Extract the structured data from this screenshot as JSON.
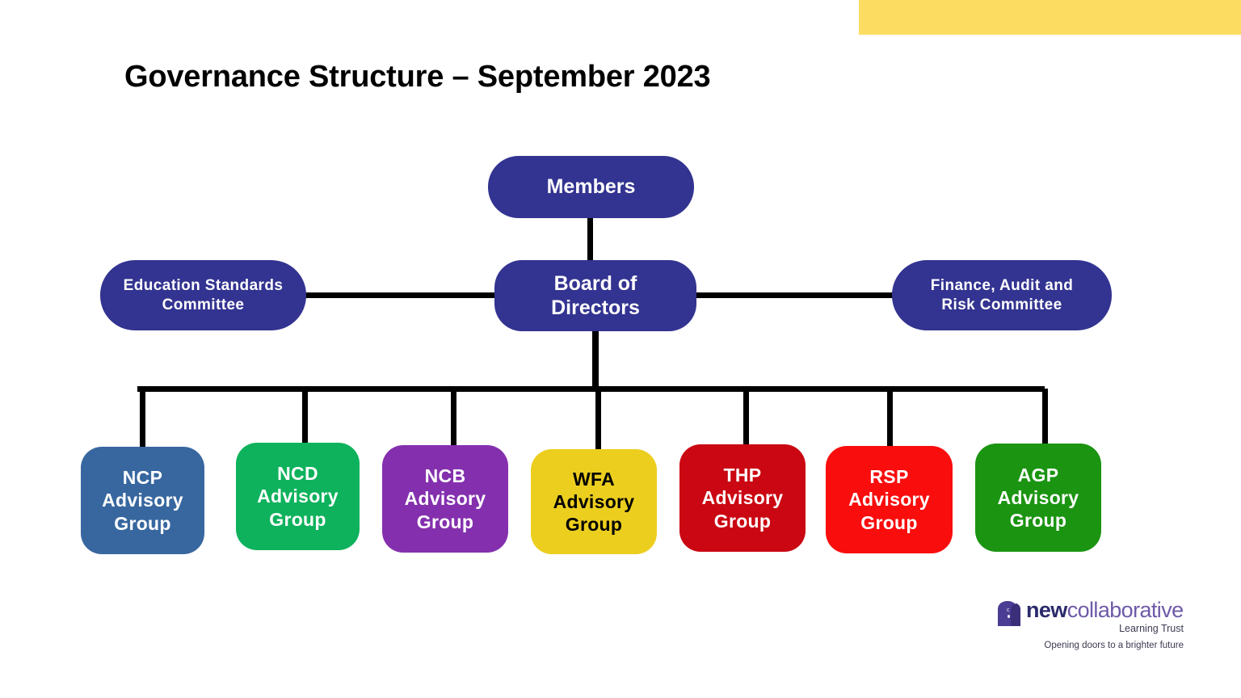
{
  "accent_banner": {
    "color": "#fcdd62"
  },
  "title": "Governance Structure – September 2023",
  "nodes": {
    "members": {
      "label": "Members",
      "color": "#333391",
      "text_color": "#ffffff"
    },
    "board": {
      "line1": "Board of",
      "line2": "Directors",
      "color": "#333391",
      "text_color": "#ffffff"
    },
    "education": {
      "line1": "Education Standards",
      "line2": "Committee",
      "color": "#333391",
      "text_color": "#ffffff"
    },
    "finance": {
      "line1": "Finance, Audit and",
      "line2": "Risk Committee",
      "color": "#333391",
      "text_color": "#ffffff"
    }
  },
  "advisory_groups": [
    {
      "code": "NCP",
      "line2": "Advisory",
      "line3": "Group",
      "color": "#38679f",
      "text_color": "#ffffff"
    },
    {
      "code": "NCD",
      "line2": "Advisory",
      "line3": "Group",
      "color": "#0eb25c",
      "text_color": "#ffffff"
    },
    {
      "code": "NCB",
      "line2": "Advisory",
      "line3": "Group",
      "color": "#8430ae",
      "text_color": "#ffffff"
    },
    {
      "code": "WFA",
      "line2": "Advisory",
      "line3": "Group",
      "color": "#ecce1f",
      "text_color": "#000000"
    },
    {
      "code": "THP",
      "line2": "Advisory",
      "line3": "Group",
      "color": "#ca0712",
      "text_color": "#ffffff"
    },
    {
      "code": "RSP",
      "line2": "Advisory",
      "line3": "Group",
      "color": "#f90d0d",
      "text_color": "#ffffff"
    },
    {
      "code": "AGP",
      "line2": "Advisory",
      "line3": "Group",
      "color": "#1b9412",
      "text_color": "#ffffff"
    }
  ],
  "logo": {
    "word_primary": "new",
    "word_secondary": "collaborative",
    "subtitle": "Learning Trust",
    "tagline": "Opening doors to a brighter future",
    "primary_color": "#2b2b6b",
    "secondary_color": "#6e5aa8"
  }
}
